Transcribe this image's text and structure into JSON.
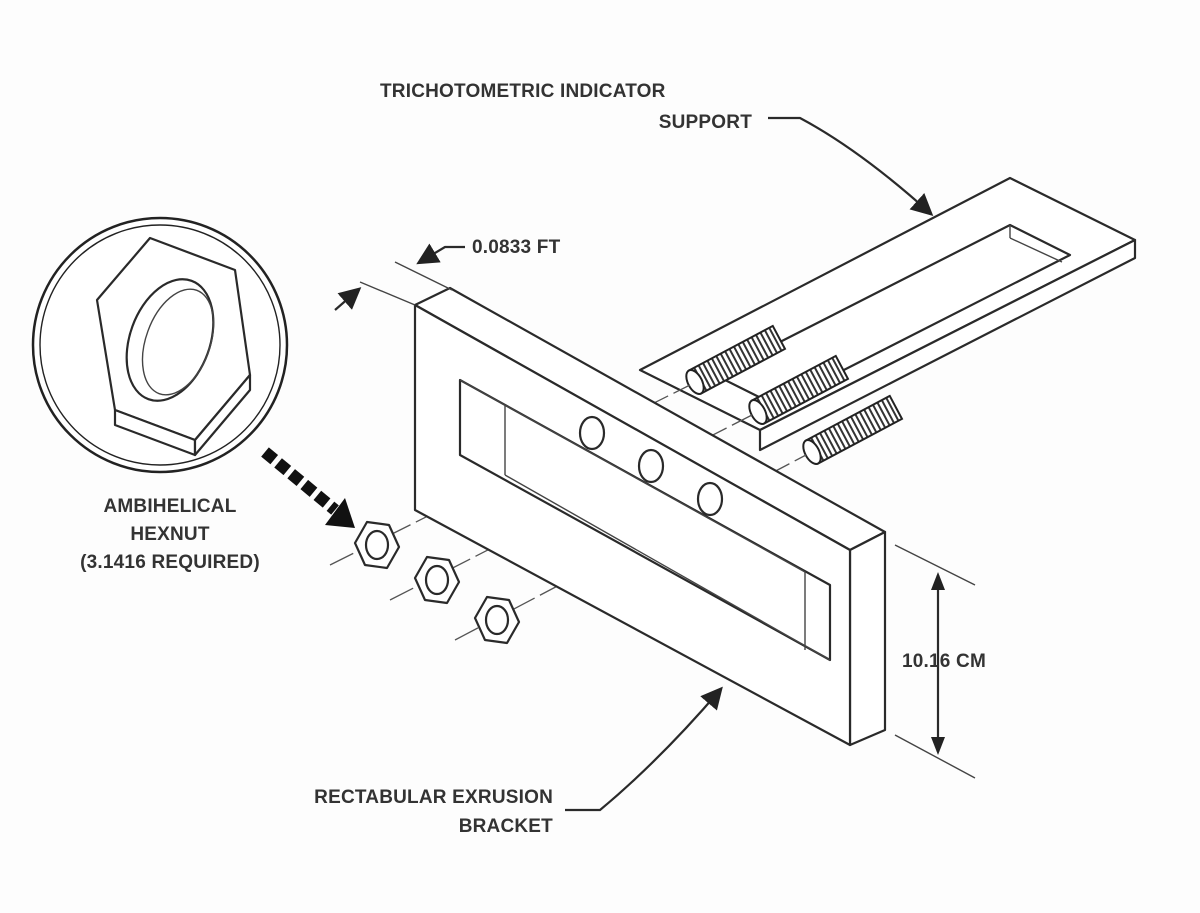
{
  "labels": {
    "support_line1": "TRICHOTOMETRIC INDICATOR",
    "support_line2": "SUPPORT",
    "thickness": "0.0833 FT",
    "hexnut_line1": "AMBIHELICAL",
    "hexnut_line2": "HEXNUT",
    "hexnut_line3": "(3.1416 REQUIRED)",
    "height": "10.16 CM",
    "bracket_line1": "RECTABULAR EXRUSION",
    "bracket_line2": "BRACKET"
  }
}
